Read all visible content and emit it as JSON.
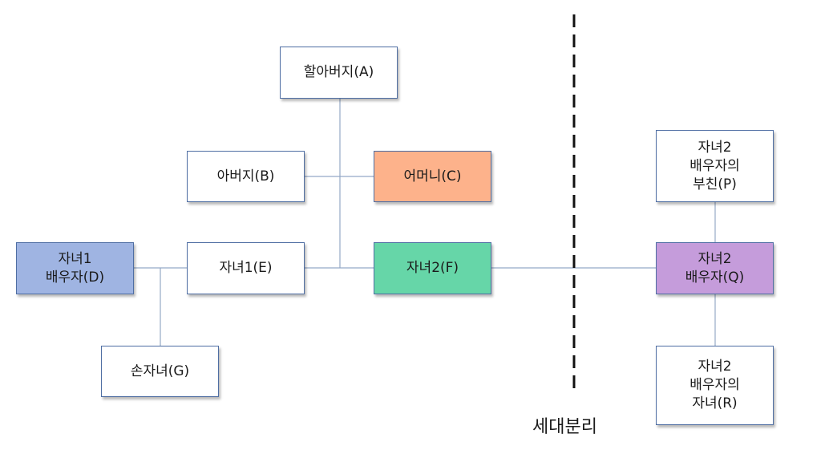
{
  "diagram": {
    "nodes": {
      "A": {
        "label": "할아버지(A)",
        "fill": "#ffffff"
      },
      "B": {
        "label": "아버지(B)",
        "fill": "#ffffff"
      },
      "C": {
        "label": "어머니(C)",
        "fill": "#fdb28b"
      },
      "D": {
        "label": "자녀1\n배우자(D)",
        "fill": "#9fb4e2"
      },
      "E": {
        "label": "자녀1(E)",
        "fill": "#ffffff"
      },
      "F": {
        "label": "자녀2(F)",
        "fill": "#66d6a8"
      },
      "G": {
        "label": "손자녀(G)",
        "fill": "#ffffff"
      },
      "P": {
        "label": "자녀2\n배우자의\n부친(P)",
        "fill": "#ffffff"
      },
      "Q": {
        "label": "자녀2\n배우자(Q)",
        "fill": "#c59cdb"
      },
      "R": {
        "label": "자녀2\n배우자의\n자녀(R)",
        "fill": "#ffffff"
      }
    },
    "separator_label": "세대분리",
    "colors": {
      "connector": "#95a9c6",
      "node_border": "#4f6ea3",
      "separator": "#111111"
    }
  }
}
